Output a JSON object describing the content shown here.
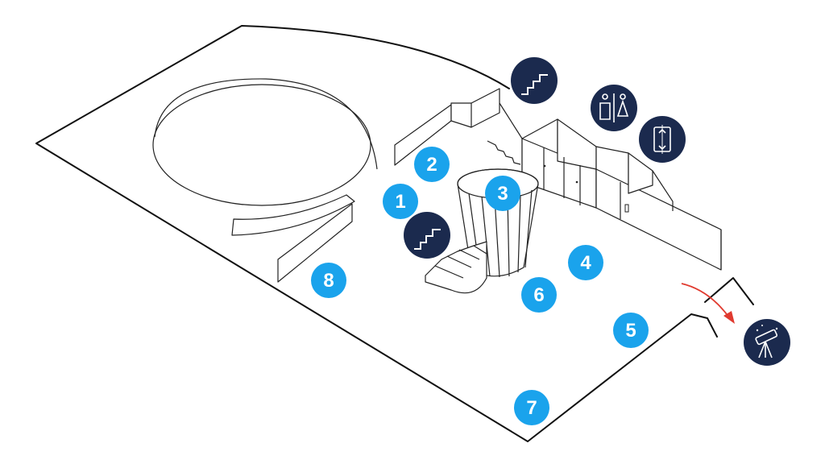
{
  "map": {
    "zone_markers": [
      {
        "id": "marker-1",
        "label": "1"
      },
      {
        "id": "marker-2",
        "label": "2"
      },
      {
        "id": "marker-3",
        "label": "3"
      },
      {
        "id": "marker-4",
        "label": "4"
      },
      {
        "id": "marker-5",
        "label": "5"
      },
      {
        "id": "marker-6",
        "label": "6"
      },
      {
        "id": "marker-7",
        "label": "7"
      },
      {
        "id": "marker-8",
        "label": "8"
      }
    ],
    "icons": [
      "stairs-icon",
      "restroom-icon",
      "elevator-icon",
      "stairs-icon",
      "telescope-icon"
    ],
    "colors": {
      "marker_fill": "#1aa3ec",
      "icon_fill": "#1b2a4e",
      "exit_arrow": "#e03a2f",
      "outline": "#111111"
    }
  }
}
